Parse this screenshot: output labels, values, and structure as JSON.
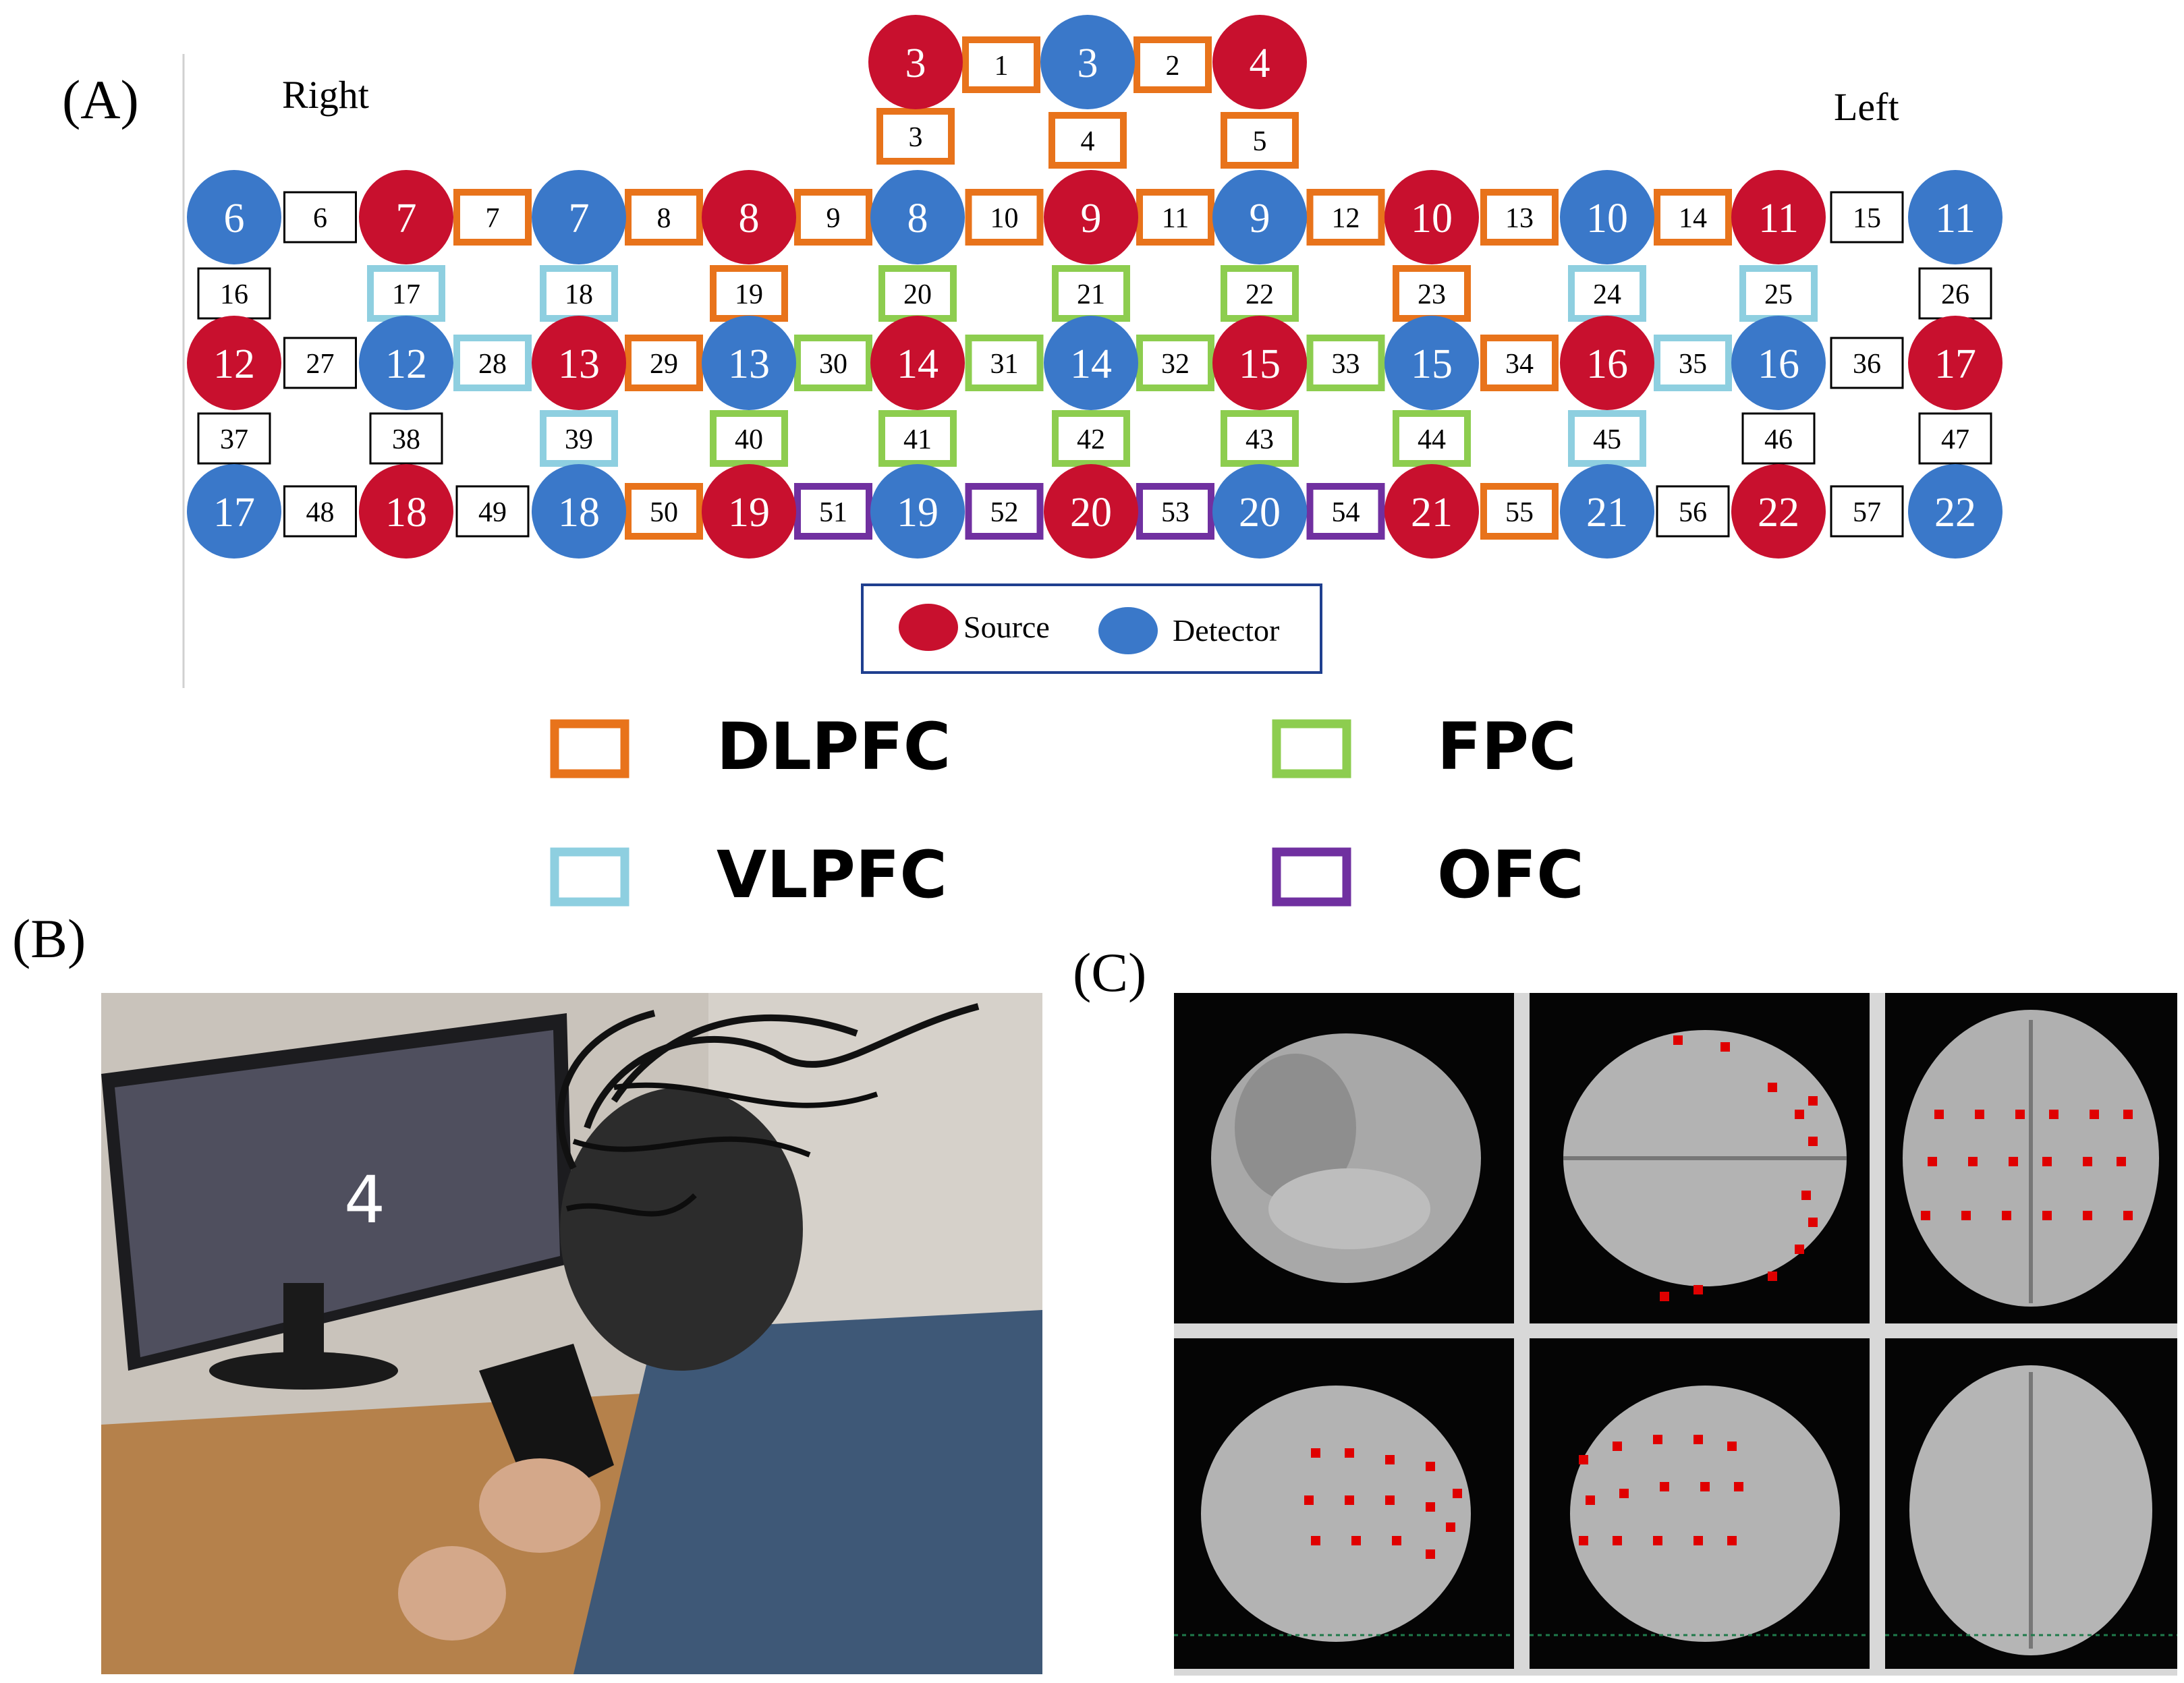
{
  "panel_labels": {
    "a": "(A)",
    "b": "(B)",
    "c": "(C)"
  },
  "orientation": {
    "right": "Right",
    "left": "Left"
  },
  "legend": {
    "source": "Source",
    "detector": "Detector"
  },
  "regions": [
    {
      "key": "dlpfc",
      "label": "DLPFC",
      "color": "#e8731b"
    },
    {
      "key": "fpc",
      "label": "FPC",
      "color": "#8dcd4f"
    },
    {
      "key": "vlpfc",
      "label": "VLPFC",
      "color": "#8ecfe0"
    },
    {
      "key": "ofc",
      "label": "OFC",
      "color": "#7030a0"
    }
  ],
  "colors": {
    "source": "#c8102e",
    "detector": "#3a78c9",
    "none": "#000000"
  },
  "sources": [
    "3",
    "4",
    "7",
    "8",
    "9",
    "10",
    "11",
    "12",
    "13",
    "14",
    "15",
    "16",
    "17",
    "18",
    "19",
    "20",
    "21",
    "22"
  ],
  "detectors": [
    "3",
    "6",
    "7",
    "8",
    "9",
    "10",
    "11",
    "12",
    "13",
    "14",
    "15",
    "16",
    "17",
    "18",
    "19",
    "20",
    "21",
    "22"
  ],
  "channels": [
    {
      "n": "1",
      "region": "dlpfc"
    },
    {
      "n": "2",
      "region": "dlpfc"
    },
    {
      "n": "3",
      "region": "dlpfc"
    },
    {
      "n": "4",
      "region": "dlpfc"
    },
    {
      "n": "5",
      "region": "dlpfc"
    },
    {
      "n": "6",
      "region": "none"
    },
    {
      "n": "7",
      "region": "dlpfc"
    },
    {
      "n": "8",
      "region": "dlpfc"
    },
    {
      "n": "9",
      "region": "dlpfc"
    },
    {
      "n": "10",
      "region": "dlpfc"
    },
    {
      "n": "11",
      "region": "dlpfc"
    },
    {
      "n": "12",
      "region": "dlpfc"
    },
    {
      "n": "13",
      "region": "dlpfc"
    },
    {
      "n": "14",
      "region": "dlpfc"
    },
    {
      "n": "15",
      "region": "none"
    },
    {
      "n": "16",
      "region": "none"
    },
    {
      "n": "17",
      "region": "vlpfc"
    },
    {
      "n": "18",
      "region": "vlpfc"
    },
    {
      "n": "19",
      "region": "dlpfc"
    },
    {
      "n": "20",
      "region": "fpc"
    },
    {
      "n": "21",
      "region": "fpc"
    },
    {
      "n": "22",
      "region": "fpc"
    },
    {
      "n": "23",
      "region": "dlpfc"
    },
    {
      "n": "24",
      "region": "vlpfc"
    },
    {
      "n": "25",
      "region": "vlpfc"
    },
    {
      "n": "26",
      "region": "none"
    },
    {
      "n": "27",
      "region": "none"
    },
    {
      "n": "28",
      "region": "vlpfc"
    },
    {
      "n": "29",
      "region": "dlpfc"
    },
    {
      "n": "30",
      "region": "fpc"
    },
    {
      "n": "31",
      "region": "fpc"
    },
    {
      "n": "32",
      "region": "fpc"
    },
    {
      "n": "33",
      "region": "fpc"
    },
    {
      "n": "34",
      "region": "dlpfc"
    },
    {
      "n": "35",
      "region": "vlpfc"
    },
    {
      "n": "36",
      "region": "none"
    },
    {
      "n": "37",
      "region": "none"
    },
    {
      "n": "38",
      "region": "none"
    },
    {
      "n": "39",
      "region": "vlpfc"
    },
    {
      "n": "40",
      "region": "fpc"
    },
    {
      "n": "41",
      "region": "fpc"
    },
    {
      "n": "42",
      "region": "fpc"
    },
    {
      "n": "43",
      "region": "fpc"
    },
    {
      "n": "44",
      "region": "fpc"
    },
    {
      "n": "45",
      "region": "vlpfc"
    },
    {
      "n": "46",
      "region": "none"
    },
    {
      "n": "47",
      "region": "none"
    },
    {
      "n": "48",
      "region": "none"
    },
    {
      "n": "49",
      "region": "none"
    },
    {
      "n": "50",
      "region": "dlpfc"
    },
    {
      "n": "51",
      "region": "ofc"
    },
    {
      "n": "52",
      "region": "ofc"
    },
    {
      "n": "53",
      "region": "ofc"
    },
    {
      "n": "54",
      "region": "ofc"
    },
    {
      "n": "55",
      "region": "dlpfc"
    },
    {
      "n": "56",
      "region": "none"
    },
    {
      "n": "57",
      "region": "none"
    }
  ],
  "photo": {
    "screen_text": "4"
  }
}
